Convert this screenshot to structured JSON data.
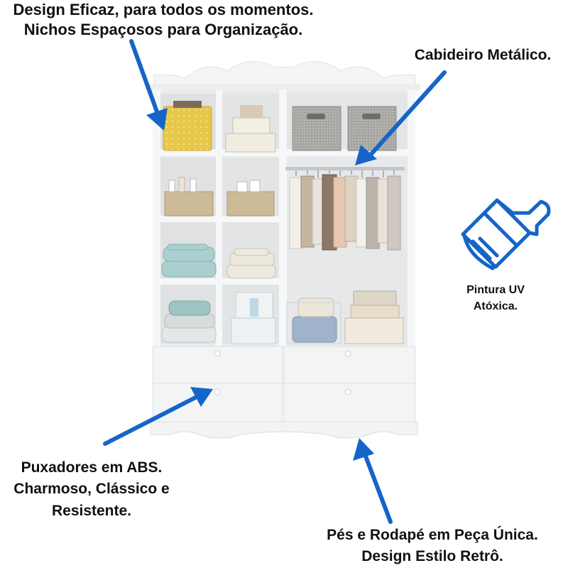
{
  "captions": {
    "top_left": [
      "Design Eficaz, para todos os momentos.",
      "Nichos Espaçosos para Organização."
    ],
    "metal_rod": [
      "Cabideiro Metálico."
    ],
    "paint": [
      "Pintura UV",
      "Atóxica."
    ],
    "handles": [
      "Puxadores em ABS.",
      "Charmoso, Clássico e",
      "Resistente."
    ],
    "feet": [
      "Pés e Rodapé em Peça Única.",
      "Design Estilo Retrô."
    ]
  },
  "icons": {
    "paint_brush": "paint-brush-icon"
  },
  "colors": {
    "arrow": "#1565c8",
    "icon": "#1565c8",
    "wardrobe": "#f2f3f4",
    "text": "#111111"
  }
}
